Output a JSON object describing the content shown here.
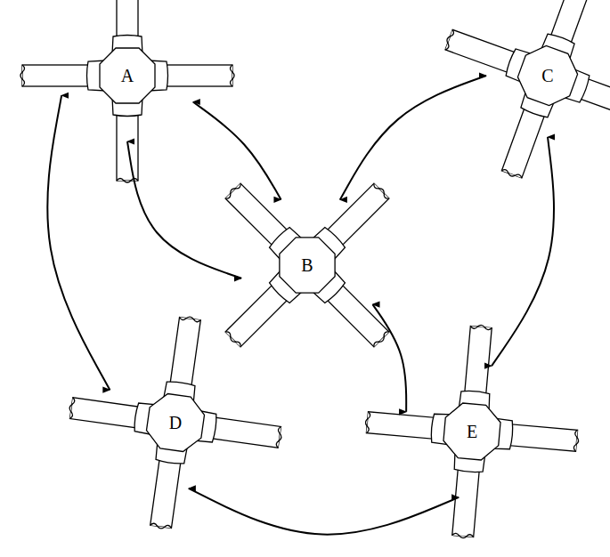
{
  "diagram": {
    "nodes": [
      {
        "text": [
          "A"
        ]
      },
      {
        "text": [
          "B"
        ]
      },
      {
        "text": [
          "C"
        ]
      },
      {
        "text": [
          "D"
        ]
      },
      {
        "text": [
          "E"
        ]
      }
    ],
    "edges": [
      {
        "from": 0,
        "to": 1,
        "arrow": "both"
      },
      {
        "from": 0,
        "to": 1,
        "arrow": "both"
      },
      {
        "from": 0,
        "to": 3,
        "arrow": "both"
      },
      {
        "from": 1,
        "to": 2,
        "arrow": "both"
      },
      {
        "from": 2,
        "to": 4,
        "arrow": "both"
      },
      {
        "from": 1,
        "to": 4,
        "arrow": "both"
      },
      {
        "from": 3,
        "to": 4,
        "arrow": "both"
      }
    ]
  }
}
